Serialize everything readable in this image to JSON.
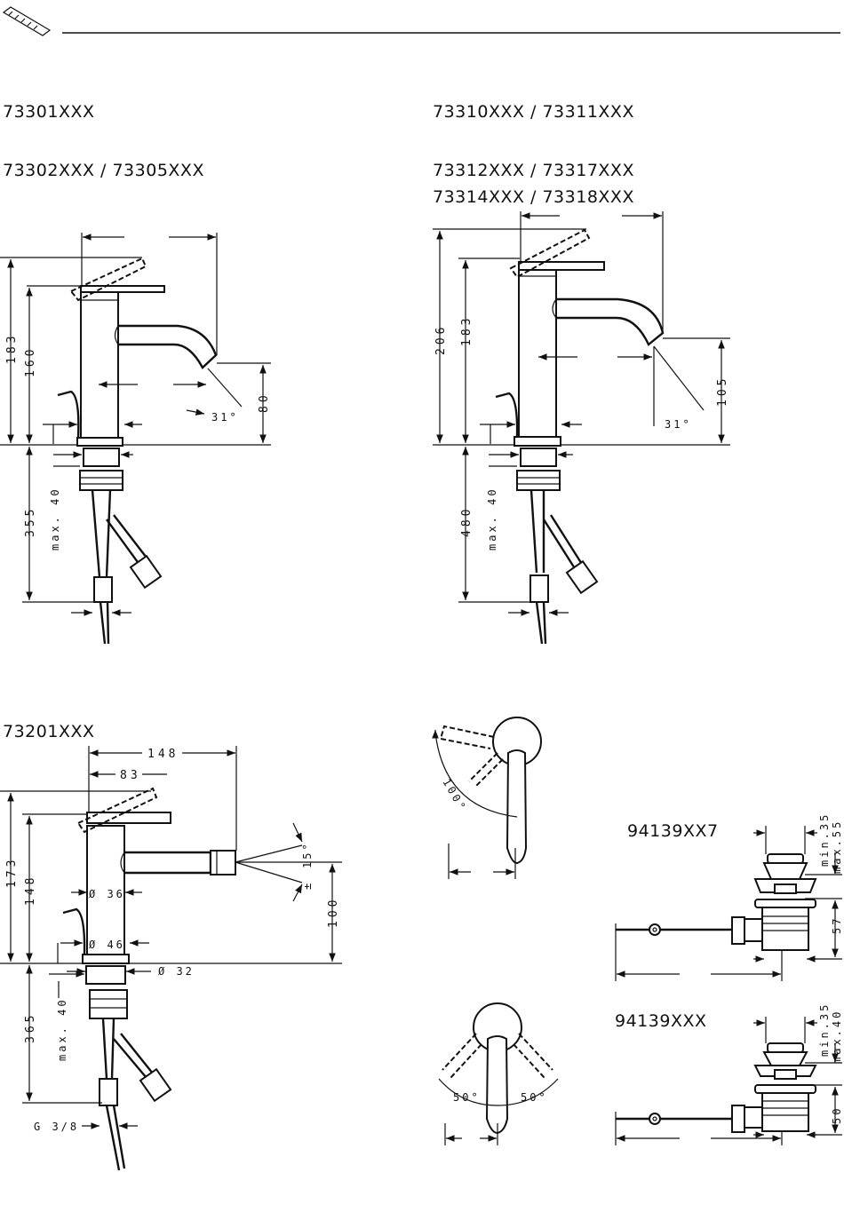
{
  "header": {
    "icon": "ruler-icon"
  },
  "models": {
    "top_left_1": "73301XXX",
    "top_left_2": "73302XXX / 73305XXX",
    "top_right_1": "73310XXX / 73311XXX",
    "top_right_2": "73312XXX / 73317XXX",
    "top_right_3": "73314XXX / 73318XXX",
    "bidet": "73201XXX",
    "waste_1": "94139XX7",
    "waste_2": "94139XXX"
  },
  "dims": {
    "tl_183": "183",
    "tl_160": "160",
    "tl_355": "355",
    "tl_max40": "max. 40",
    "tl_80": "80",
    "tl_31": "31°",
    "tr_206": "206",
    "tr_183": "183",
    "tr_480": "480",
    "tr_max40": "max. 40",
    "tr_105": "105",
    "tr_31": "31°",
    "b_148": "148",
    "b_83": "83",
    "b_173": "173",
    "b_148v": "148",
    "b_365": "365",
    "b_max40": "max. 40",
    "b_d36": "Ø 36",
    "b_d46": "Ø 46",
    "b_d32": "Ø 32",
    "b_100": "100",
    "b_15": "15°",
    "b_pm": "±",
    "b_g38": "G 3/8",
    "h_100": "100°",
    "h_50l": "50°",
    "h_50r": "50°",
    "w1_min35": "min.35",
    "w1_max55": "max.55",
    "w1_57": "57",
    "w2_min35": "min.35",
    "w2_max40": "max.40",
    "w2_50": "50"
  }
}
